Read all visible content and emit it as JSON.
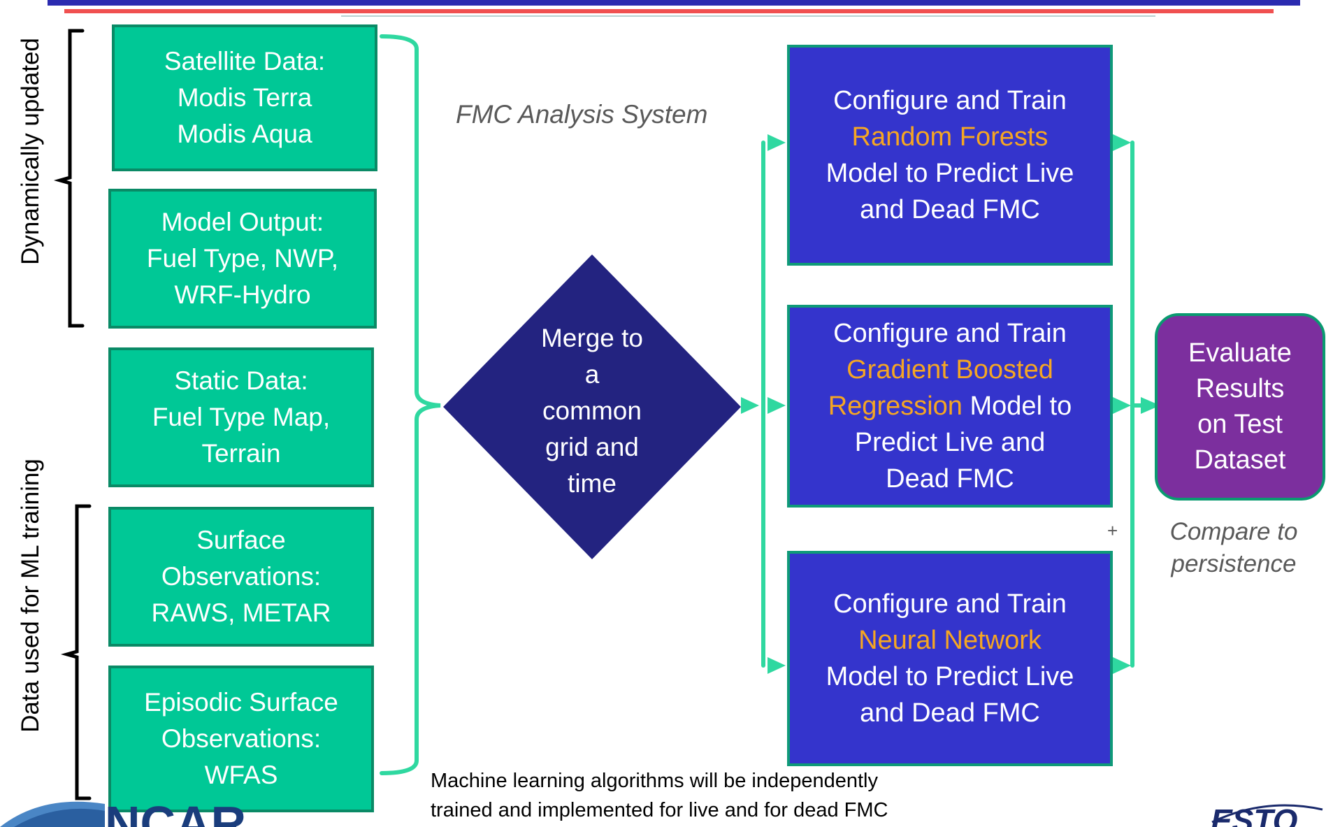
{
  "colors": {
    "green_box": "#00c896",
    "blue_box": "#3434cc",
    "diamond": "#232380",
    "eval_box": "#7c2f9e",
    "highlight": "#f5a623",
    "connector": "#2fd8a0"
  },
  "side_labels": {
    "top": "Dynamically updated",
    "bottom": "Data used for ML training"
  },
  "inputs": [
    {
      "lines": [
        "Satellite Data:",
        "Modis Terra",
        "Modis Aqua"
      ]
    },
    {
      "lines": [
        "Model Output:",
        "Fuel Type, NWP,",
        "WRF-Hydro"
      ]
    },
    {
      "lines": [
        "Static Data:",
        "Fuel Type Map,",
        "Terrain"
      ]
    },
    {
      "lines": [
        "Surface",
        "Observations:",
        "RAWS, METAR"
      ]
    },
    {
      "lines": [
        "Episodic Surface",
        "Observations:",
        "WFAS"
      ]
    }
  ],
  "system_label": "FMC Analysis System",
  "merge_step": {
    "lines": [
      "Merge to",
      "a",
      "common",
      "grid and",
      "time"
    ]
  },
  "models": [
    {
      "prefix": "Configure and Train",
      "algorithm": "Random Forests",
      "suffix_lines": [
        "Model to Predict Live",
        "and Dead FMC"
      ]
    },
    {
      "prefix": "Configure and Train",
      "algorithm_lines": [
        "Gradient Boosted",
        "Regression"
      ],
      "after_algorithm": " Model to",
      "suffix_lines": [
        "Predict Live and",
        "Dead FMC"
      ]
    },
    {
      "prefix": "Configure and Train",
      "algorithm": "Neural Network",
      "suffix_lines": [
        "Model to Predict Live",
        "and Dead FMC"
      ]
    }
  ],
  "evaluate": {
    "lines": [
      "Evaluate",
      "Results",
      "on Test",
      "Dataset"
    ]
  },
  "plus_sign": "+",
  "compare_note": {
    "lines": [
      "Compare to",
      "persistence"
    ]
  },
  "footnote": {
    "lines": [
      "Machine learning algorithms will be independently",
      "trained and implemented for live and for dead FMC"
    ]
  },
  "logos": {
    "left": "NCAR",
    "right": "ESTO"
  }
}
